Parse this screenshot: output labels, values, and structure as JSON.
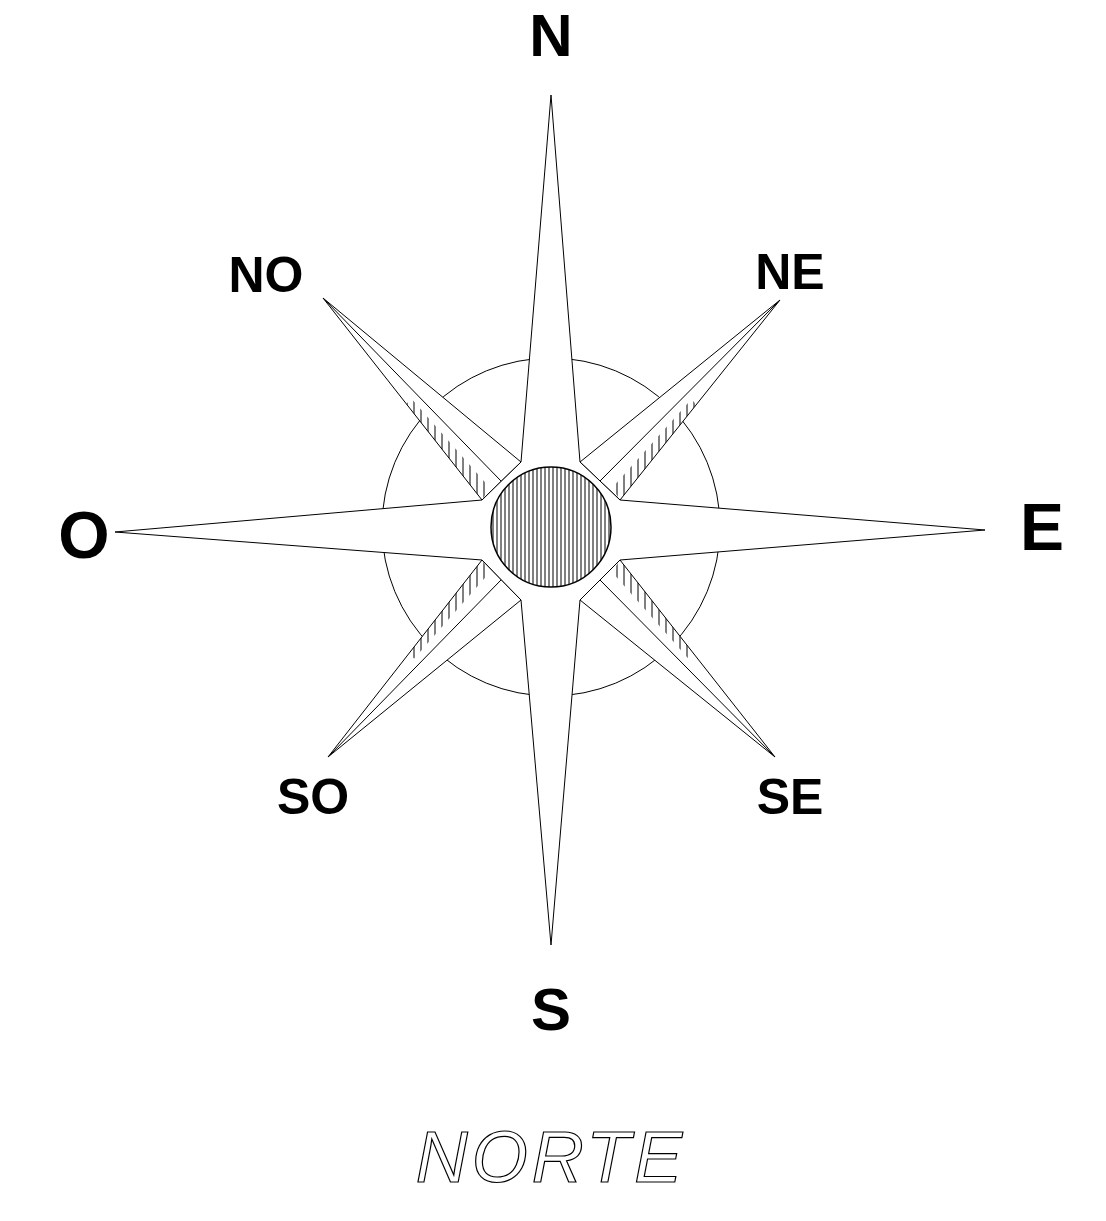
{
  "diagram": {
    "caption": "NORTE",
    "labels": [
      "N",
      "NO",
      "NE",
      "O",
      "E",
      "SO",
      "SE",
      "S"
    ]
  }
}
